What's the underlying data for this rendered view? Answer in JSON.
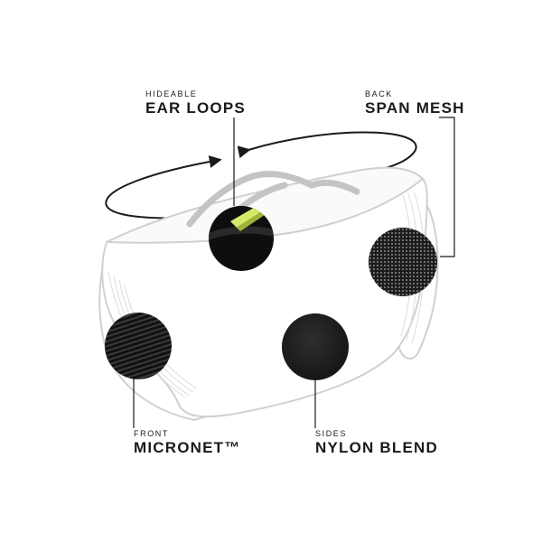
{
  "callouts": {
    "ear_loops": {
      "small": "HIDEABLE",
      "big": "EAR LOOPS"
    },
    "back": {
      "small": "BACK",
      "big": "SPAN MESH"
    },
    "front": {
      "small": "FRONT",
      "big": "MICRONET™"
    },
    "sides": {
      "small": "SIDES",
      "big": "NYLON BLEND"
    }
  },
  "colors": {
    "outline": "#d4d4d4",
    "ink": "#1a1a1a",
    "accent": "#d6e86a",
    "fabric": "#161616"
  }
}
